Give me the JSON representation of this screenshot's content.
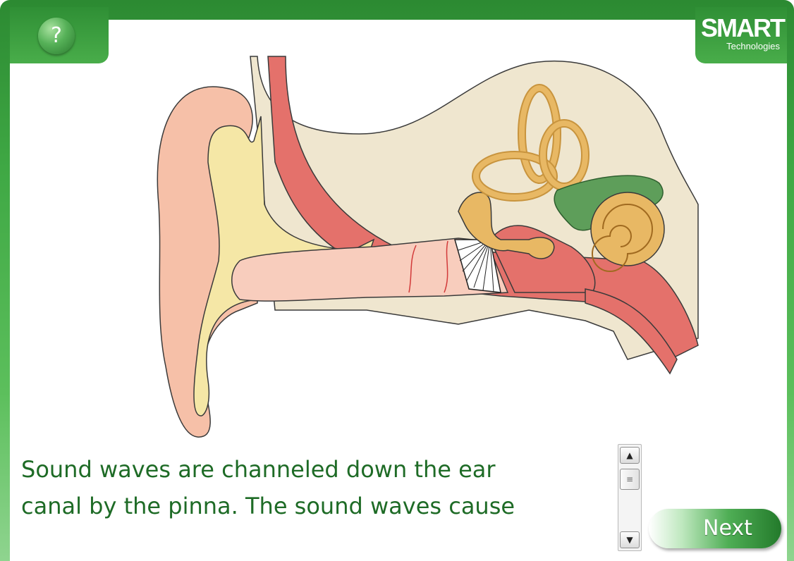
{
  "toolbar": {
    "help_label": "?"
  },
  "logo": {
    "brand": "SMART",
    "sub": "Technologies"
  },
  "caption": {
    "line1": "Sound waves are channeled down the ear",
    "line2": "canal by the pinna. The sound waves cause"
  },
  "scrollbar": {
    "up_glyph": "▲",
    "down_glyph": "▼",
    "thumb_glyph": "≡"
  },
  "nav": {
    "next_label": "Next"
  },
  "colors": {
    "frame_green": "#3fa844",
    "caption_text": "#1e6b26",
    "skin": "#f6c0a8",
    "cartilage": "#f5e7a6",
    "bone": "#efe6cf",
    "canal_red": "#e4716b",
    "ossicle": "#e8b864",
    "nerve": "#5e9e5a"
  }
}
